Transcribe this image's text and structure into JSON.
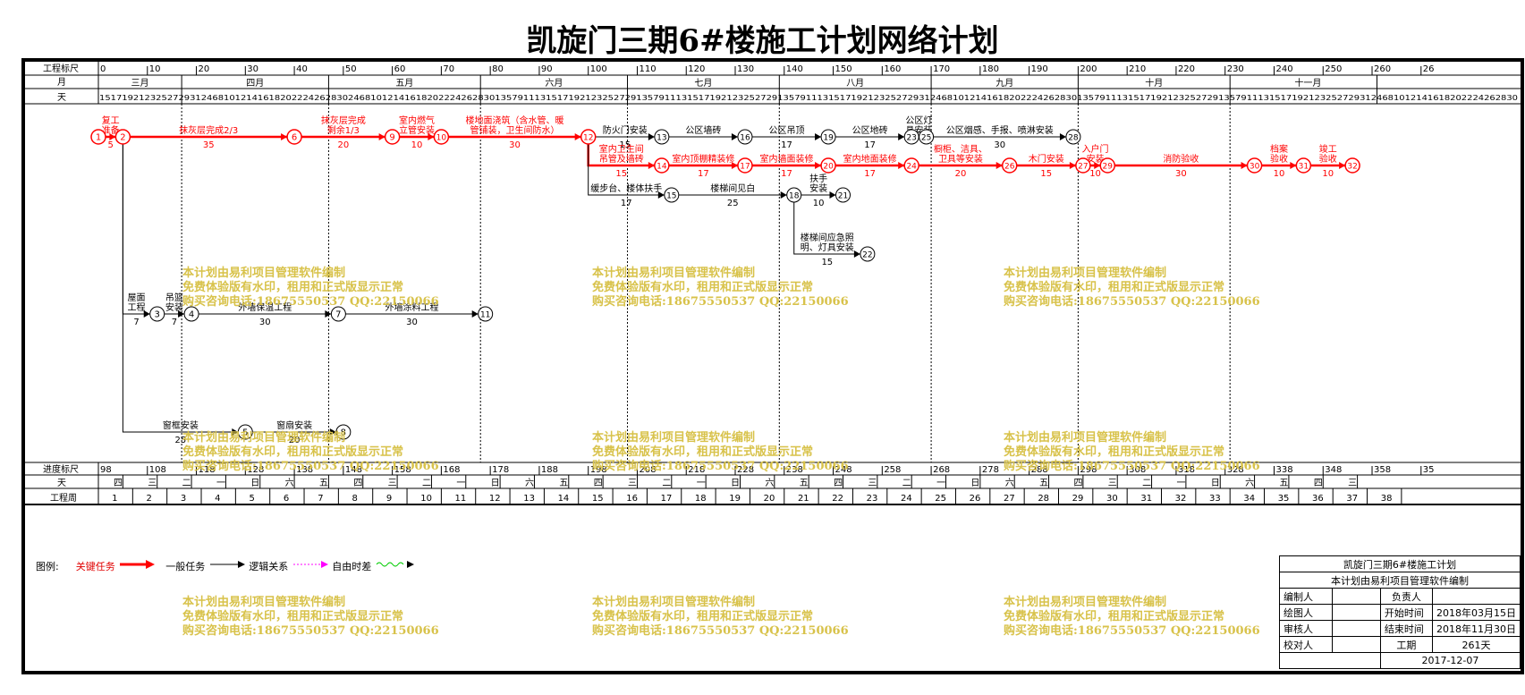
{
  "title": "凯旋门三期6#楼施工计划网络计划",
  "header": {
    "scale_label": "工程标尺",
    "month_label": "月",
    "day_label": "天",
    "scale_ticks": [
      "0",
      "10",
      "20",
      "30",
      "40",
      "50",
      "60",
      "70",
      "80",
      "90",
      "100",
      "110",
      "120",
      "130",
      "140",
      "150",
      "160",
      "170",
      "180",
      "190",
      "200",
      "210",
      "220",
      "230",
      "240",
      "250",
      "260",
      "26"
    ],
    "months": [
      "三月",
      "四月",
      "五月",
      "六月",
      "七月",
      "八月",
      "九月",
      "十月",
      "十一月"
    ],
    "days_text": "15171921232527293124681012141618202224262830246810121416182022242628301357911131517192123252729135791113151719212325272913579111315171921232527293124681012141618202224262830135791113151719212325272913579111315171921232527293124681012141618202224262830"
  },
  "footer": {
    "progress_label": "进度标尺",
    "day_label": "天",
    "week_label": "工程周",
    "progress_ticks": [
      "98",
      "108",
      "118",
      "128",
      "138",
      "148",
      "158",
      "168",
      "178",
      "188",
      "198",
      "208",
      "218",
      "228",
      "238",
      "248",
      "258",
      "268",
      "278",
      "288",
      "298",
      "308",
      "318",
      "328",
      "338",
      "348",
      "358",
      "35"
    ],
    "weekdays": [
      "四",
      "三",
      "二",
      "一",
      "日",
      "六",
      "五",
      "四",
      "三",
      "二",
      "一",
      "日",
      "六",
      "五",
      "四",
      "三",
      "二",
      "一",
      "日",
      "六",
      "五",
      "四",
      "三",
      "二",
      "一",
      "日",
      "六",
      "五",
      "四",
      "三",
      "二",
      "一",
      "日",
      "六",
      "五",
      "四",
      "三"
    ],
    "weeks": [
      "1",
      "2",
      "3",
      "4",
      "5",
      "6",
      "7",
      "8",
      "9",
      "10",
      "11",
      "12",
      "13",
      "14",
      "15",
      "16",
      "17",
      "18",
      "19",
      "20",
      "21",
      "22",
      "23",
      "24",
      "25",
      "26",
      "27",
      "28",
      "29",
      "30",
      "31",
      "32",
      "33",
      "34",
      "35",
      "36",
      "37",
      "38"
    ]
  },
  "nodes": [
    {
      "id": "1",
      "critical": true
    },
    {
      "id": "2",
      "critical": true
    },
    {
      "id": "3",
      "critical": false
    },
    {
      "id": "4",
      "critical": false
    },
    {
      "id": "5",
      "critical": false
    },
    {
      "id": "6",
      "critical": true
    },
    {
      "id": "7",
      "critical": false
    },
    {
      "id": "8",
      "critical": false
    },
    {
      "id": "9",
      "critical": true
    },
    {
      "id": "10",
      "critical": true
    },
    {
      "id": "11",
      "critical": false
    },
    {
      "id": "12",
      "critical": true
    },
    {
      "id": "13",
      "critical": false
    },
    {
      "id": "14",
      "critical": true
    },
    {
      "id": "15",
      "critical": false
    },
    {
      "id": "16",
      "critical": false
    },
    {
      "id": "17",
      "critical": true
    },
    {
      "id": "18",
      "critical": false
    },
    {
      "id": "19",
      "critical": false
    },
    {
      "id": "20",
      "critical": true
    },
    {
      "id": "21",
      "critical": false
    },
    {
      "id": "22",
      "critical": false
    },
    {
      "id": "23",
      "critical": false
    },
    {
      "id": "24",
      "critical": true
    },
    {
      "id": "25",
      "critical": false
    },
    {
      "id": "26",
      "critical": true
    },
    {
      "id": "27",
      "critical": true
    },
    {
      "id": "28",
      "critical": false
    },
    {
      "id": "29",
      "critical": true
    },
    {
      "id": "30",
      "critical": true
    },
    {
      "id": "31",
      "critical": true
    },
    {
      "id": "32",
      "critical": true
    }
  ],
  "tasks": [
    {
      "from": "1",
      "to": "2",
      "name": "复工准备",
      "duration": "5",
      "critical": true
    },
    {
      "from": "2",
      "to": "6",
      "name": "抹灰层完成2/3",
      "duration": "35",
      "critical": true
    },
    {
      "from": "6",
      "to": "9",
      "name": "抹灰层完成剩余1/3",
      "duration": "20",
      "critical": true
    },
    {
      "from": "9",
      "to": "10",
      "name": "室内燃气立管安装",
      "duration": "10",
      "critical": true
    },
    {
      "from": "10",
      "to": "12",
      "name": "楼地面浇筑（含水管、暖管铺装，卫生间防水）",
      "duration": "30",
      "critical": true
    },
    {
      "from": "12",
      "to": "13",
      "name": "防火门安装",
      "duration": "15",
      "critical": false
    },
    {
      "from": "13",
      "to": "16",
      "name": "公区墙砖",
      "duration": "",
      "critical": false
    },
    {
      "from": "16",
      "to": "19",
      "name": "公区吊顶",
      "duration": "17",
      "critical": false
    },
    {
      "from": "19",
      "to": "23",
      "name": "公区地砖",
      "duration": "17",
      "critical": false
    },
    {
      "from": "23",
      "to": "25",
      "name": "公区灯具安装",
      "duration": "",
      "critical": false
    },
    {
      "from": "25",
      "to": "28",
      "name": "公区烟感、手报、喷淋安装",
      "duration": "30",
      "critical": false
    },
    {
      "from": "12",
      "to": "14",
      "name": "室内卫生间吊管及墙砖",
      "duration": "15",
      "critical": true
    },
    {
      "from": "14",
      "to": "17",
      "name": "室内顶棚精装修",
      "duration": "17",
      "critical": true
    },
    {
      "from": "17",
      "to": "20",
      "name": "室内墙面装修",
      "duration": "17",
      "critical": true
    },
    {
      "from": "20",
      "to": "24",
      "name": "室内地面装修",
      "duration": "17",
      "critical": true
    },
    {
      "from": "24",
      "to": "26",
      "name": "橱柜、洁具、卫具等安装",
      "duration": "20",
      "critical": true
    },
    {
      "from": "26",
      "to": "27",
      "name": "木门安装",
      "duration": "15",
      "critical": true
    },
    {
      "from": "27",
      "to": "29",
      "name": "入户门安装",
      "duration": "10",
      "critical": true
    },
    {
      "from": "29",
      "to": "30",
      "name": "消防验收",
      "duration": "30",
      "critical": true
    },
    {
      "from": "30",
      "to": "31",
      "name": "档案验收",
      "duration": "10",
      "critical": true
    },
    {
      "from": "31",
      "to": "32",
      "name": "竣工验收",
      "duration": "10",
      "critical": true
    },
    {
      "from": "12",
      "to": "15",
      "name": "缓步台、楼体扶手",
      "duration": "17",
      "critical": false
    },
    {
      "from": "15",
      "to": "18",
      "name": "楼梯间见白",
      "duration": "25",
      "critical": false
    },
    {
      "from": "18",
      "to": "21",
      "name": "扶手安装",
      "duration": "10",
      "critical": false
    },
    {
      "from": "18",
      "to": "22",
      "name": "楼梯间应急照明、灯具安装",
      "duration": "15",
      "critical": false
    },
    {
      "from": "2",
      "to": "3",
      "name": "屋面工程",
      "duration": "7",
      "critical": false
    },
    {
      "from": "3",
      "to": "4",
      "name": "吊篮安装",
      "duration": "7",
      "critical": false
    },
    {
      "from": "4",
      "to": "7",
      "name": "外墙保温工程",
      "duration": "30",
      "critical": false
    },
    {
      "from": "7",
      "to": "11",
      "name": "外墙涂料工程",
      "duration": "30",
      "critical": false
    },
    {
      "from": "2",
      "to": "5",
      "name": "窗框安装",
      "duration": "25",
      "critical": false
    },
    {
      "from": "5",
      "to": "8",
      "name": "窗扇安装",
      "duration": "20",
      "critical": false
    }
  ],
  "watermark": [
    "本计划由易利项目管理软件编制",
    "免费体验版有水印，租用和正式版显示正常",
    "购买咨询电话:18675550537 QQ:22150066"
  ],
  "legend": {
    "label": "图例:",
    "items": [
      "关键任务",
      "一般任务",
      "逻辑关系",
      "自由时差"
    ]
  },
  "info": {
    "title": "凯旋门三期6#楼施工计划",
    "subtitle": "本计划由易利项目管理软件编制",
    "editor_label": "编制人",
    "editor": "",
    "owner_label": "负责人",
    "owner": "",
    "drawer_label": "绘图人",
    "start_label": "开始时间",
    "start": "2018年03月15日",
    "reviewer_label": "审核人",
    "end_label": "结束时间",
    "end": "2018年11月30日",
    "checker_label": "校对人",
    "duration_label": "工期",
    "duration": "261天",
    "date": "2017-12-07"
  },
  "colors": {
    "critical": "#ff0000",
    "normal": "#000000",
    "watermark": "#d8c24a",
    "free_float": "#00cc00",
    "logic": "#ff00ff"
  }
}
